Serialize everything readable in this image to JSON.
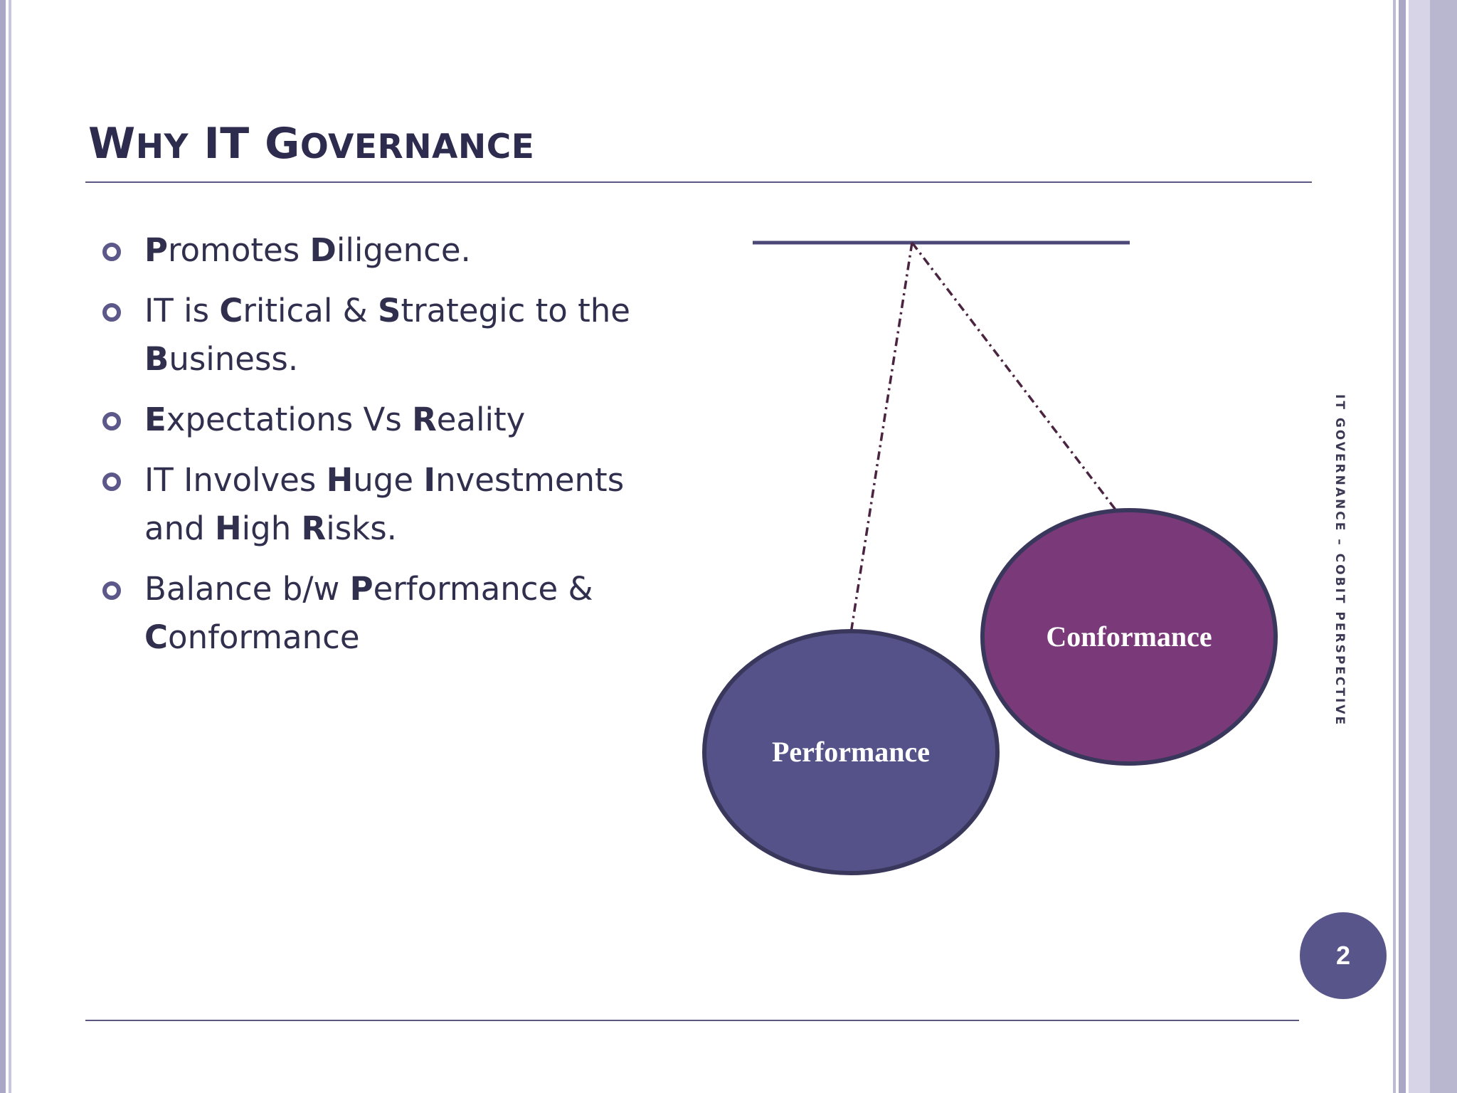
{
  "slide": {
    "title_parts": [
      {
        "text": "W",
        "small": false
      },
      {
        "text": "HY",
        "small": true
      },
      {
        "text": " IT G",
        "small": false
      },
      {
        "text": "OVERNANCE",
        "small": true
      }
    ],
    "bullets": [
      {
        "segments": [
          {
            "text": "P",
            "bold": true
          },
          {
            "text": "romotes ",
            "bold": false
          },
          {
            "text": "D",
            "bold": true
          },
          {
            "text": "iligence.",
            "bold": false
          }
        ]
      },
      {
        "segments": [
          {
            "text": "IT is ",
            "bold": false
          },
          {
            "text": "C",
            "bold": true
          },
          {
            "text": "ritical & ",
            "bold": false
          },
          {
            "text": "S",
            "bold": true
          },
          {
            "text": "trategic to the ",
            "bold": false
          },
          {
            "text": "B",
            "bold": true
          },
          {
            "text": "usiness.",
            "bold": false
          }
        ]
      },
      {
        "segments": [
          {
            "text": "E",
            "bold": true
          },
          {
            "text": "xpectations Vs ",
            "bold": false
          },
          {
            "text": "R",
            "bold": true
          },
          {
            "text": "eality",
            "bold": false
          }
        ]
      },
      {
        "segments": [
          {
            "text": "IT Involves ",
            "bold": false
          },
          {
            "text": "H",
            "bold": true
          },
          {
            "text": "uge ",
            "bold": false
          },
          {
            "text": "I",
            "bold": true
          },
          {
            "text": "nvestments and ",
            "bold": false
          },
          {
            "text": "H",
            "bold": true
          },
          {
            "text": "igh ",
            "bold": false
          },
          {
            "text": "R",
            "bold": true
          },
          {
            "text": "isks.",
            "bold": false
          }
        ]
      },
      {
        "segments": [
          {
            "text": "Balance b/w ",
            "bold": false
          },
          {
            "text": "P",
            "bold": true
          },
          {
            "text": "erformance & ",
            "bold": false
          },
          {
            "text": "C",
            "bold": true
          },
          {
            "text": "onformance",
            "bold": false
          }
        ]
      }
    ],
    "bullet_icon": "hollow-circle-bullet",
    "diagram": {
      "left_ball_label": "Performance",
      "right_ball_label": "Conformance",
      "colors": {
        "bar": "#4b4878",
        "string": "#4a2440",
        "performance_fill": "#55528a",
        "conformance_fill": "#7a3a7a",
        "outline": "#3a375c"
      }
    },
    "side_caption": "IT GOVERNANCE – COBIT PERSPECTIVE",
    "page_number": "2",
    "colors": {
      "title": "#2e2c4e",
      "text": "#312f4e",
      "accent": "#58558a",
      "border": "#a9a6c6"
    }
  }
}
